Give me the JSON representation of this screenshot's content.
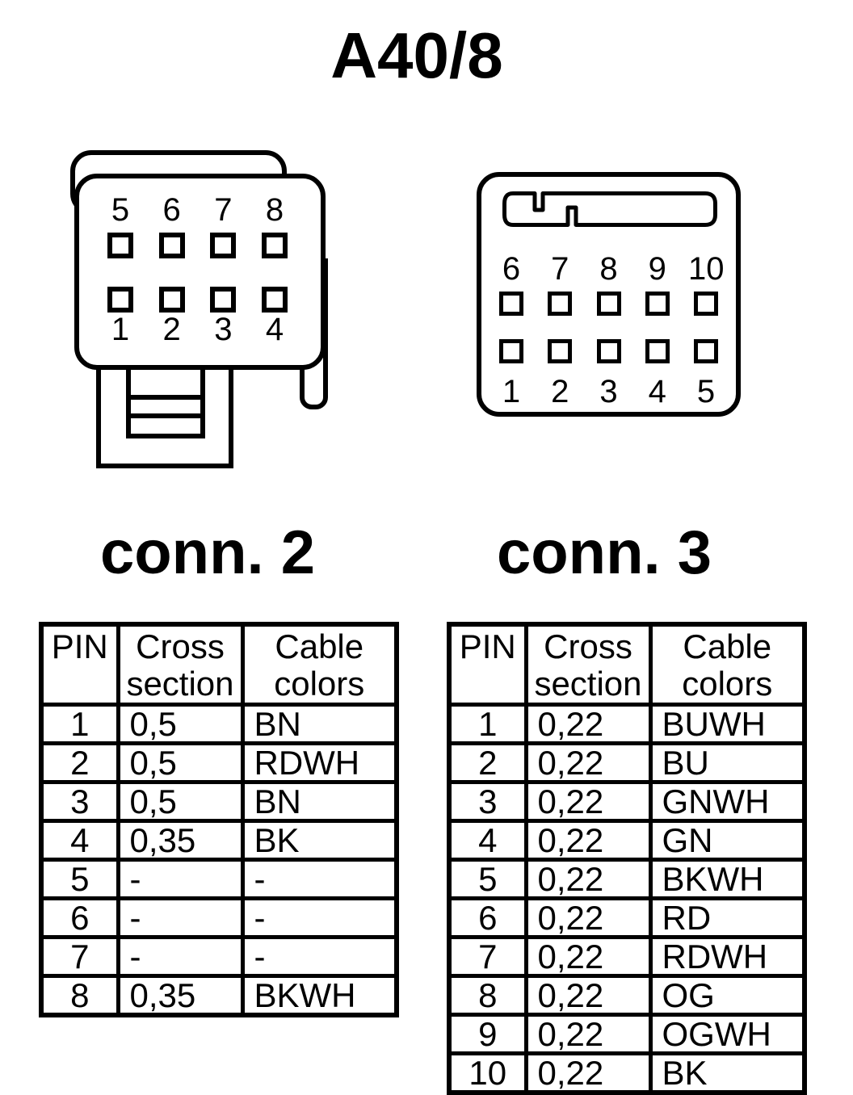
{
  "title": "A40/8",
  "colors": {
    "ink": "#000000",
    "paper": "#ffffff"
  },
  "connectors": [
    {
      "label": "conn. 2",
      "top_pins": [
        "5",
        "6",
        "7",
        "8"
      ],
      "bottom_pins": [
        "1",
        "2",
        "3",
        "4"
      ]
    },
    {
      "label": "conn. 3",
      "top_pins": [
        "6",
        "7",
        "8",
        "9",
        "10"
      ],
      "bottom_pins": [
        "1",
        "2",
        "3",
        "4",
        "5"
      ]
    }
  ],
  "tables": [
    {
      "connector": "conn. 2",
      "headers": [
        "PIN",
        "Cross section",
        "Cable colors"
      ],
      "rows": [
        [
          "1",
          "0,5",
          "BN"
        ],
        [
          "2",
          "0,5",
          "RDWH"
        ],
        [
          "3",
          "0,5",
          "BN"
        ],
        [
          "4",
          "0,35",
          "BK"
        ],
        [
          "5",
          "-",
          "-"
        ],
        [
          "6",
          "-",
          "-"
        ],
        [
          "7",
          "-",
          "-"
        ],
        [
          "8",
          "0,35",
          "BKWH"
        ]
      ]
    },
    {
      "connector": "conn. 3",
      "headers": [
        "PIN",
        "Cross section",
        "Cable colors"
      ],
      "rows": [
        [
          "1",
          "0,22",
          "BUWH"
        ],
        [
          "2",
          "0,22",
          "BU"
        ],
        [
          "3",
          "0,22",
          "GNWH"
        ],
        [
          "4",
          "0,22",
          "GN"
        ],
        [
          "5",
          "0,22",
          "BKWH"
        ],
        [
          "6",
          "0,22",
          "RD"
        ],
        [
          "7",
          "0,22",
          "RDWH"
        ],
        [
          "8",
          "0,22",
          "OG"
        ],
        [
          "9",
          "0,22",
          "OGWH"
        ],
        [
          "10",
          "0,22",
          "BK"
        ]
      ]
    }
  ]
}
